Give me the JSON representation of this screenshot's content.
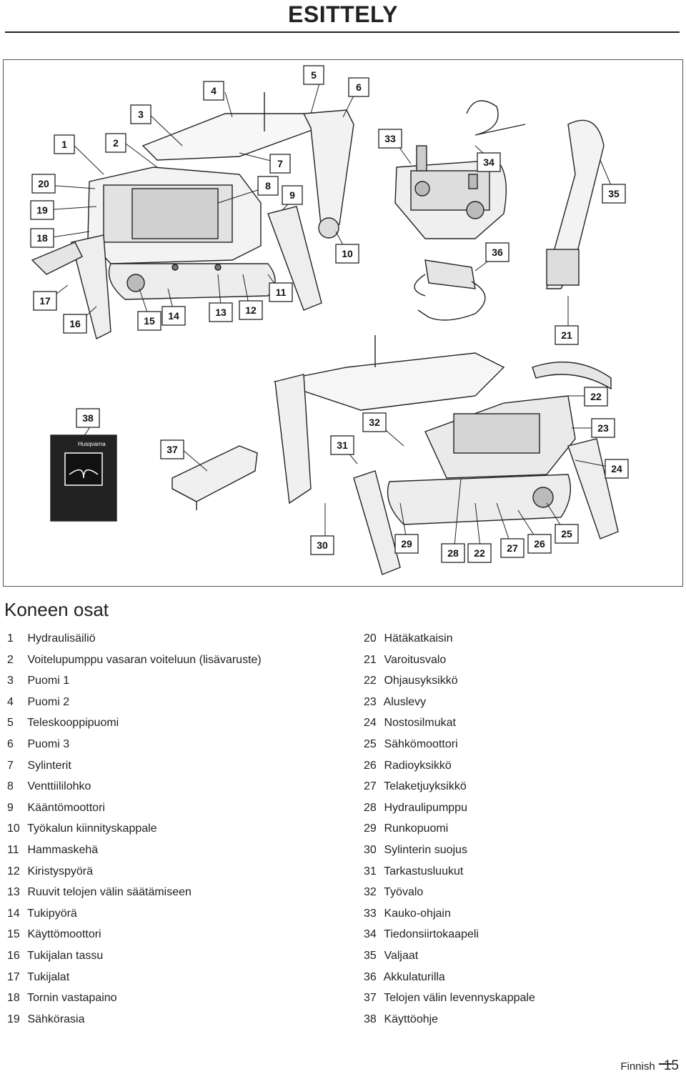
{
  "header": {
    "title": "ESITTELY"
  },
  "figure": {
    "callouts": [
      "1",
      "2",
      "3",
      "4",
      "5",
      "6",
      "7",
      "8",
      "9",
      "10",
      "11",
      "12",
      "13",
      "14",
      "15",
      "16",
      "17",
      "18",
      "19",
      "20",
      "21",
      "22",
      "22",
      "23",
      "24",
      "25",
      "26",
      "27",
      "28",
      "29",
      "30",
      "31",
      "32",
      "33",
      "34",
      "35",
      "36",
      "37",
      "38"
    ],
    "manual_brand": "Husqvarna"
  },
  "parts": {
    "title": "Koneen osat",
    "left": [
      {
        "num": "1",
        "label": "Hydraulisäiliö"
      },
      {
        "num": "2",
        "label": "Voitelupumppu vasaran voiteluun (lisävaruste)"
      },
      {
        "num": "3",
        "label": "Puomi 1"
      },
      {
        "num": "4",
        "label": "Puomi 2"
      },
      {
        "num": "5",
        "label": "Teleskooppipuomi"
      },
      {
        "num": "6",
        "label": "Puomi 3"
      },
      {
        "num": "7",
        "label": "Sylinterit"
      },
      {
        "num": "8",
        "label": "Venttiililohko"
      },
      {
        "num": "9",
        "label": "Kääntömoottori"
      },
      {
        "num": "10",
        "label": "Työkalun kiinnityskappale"
      },
      {
        "num": "11",
        "label": "Hammaskehä"
      },
      {
        "num": "12",
        "label": "Kiristyspyörä"
      },
      {
        "num": "13",
        "label": "Ruuvit telojen välin säätämiseen"
      },
      {
        "num": "14",
        "label": "Tukipyörä"
      },
      {
        "num": "15",
        "label": "Käyttömoottori"
      },
      {
        "num": "16",
        "label": "Tukijalan tassu"
      },
      {
        "num": "17",
        "label": "Tukijalat"
      },
      {
        "num": "18",
        "label": "Tornin vastapaino"
      },
      {
        "num": "19",
        "label": "Sähkörasia"
      }
    ],
    "right": [
      {
        "num": "20",
        "label": "Hätäkatkaisin"
      },
      {
        "num": "21",
        "label": "Varoitusvalo"
      },
      {
        "num": "22",
        "label": "Ohjausyksikkö"
      },
      {
        "num": "23",
        "label": "Aluslevy"
      },
      {
        "num": "24",
        "label": "Nostosilmukat"
      },
      {
        "num": "25",
        "label": "Sähkömoottori"
      },
      {
        "num": "26",
        "label": "Radioyksikkö"
      },
      {
        "num": "27",
        "label": "Telaketjuyksikkö"
      },
      {
        "num": "28",
        "label": "Hydraulipumppu"
      },
      {
        "num": "29",
        "label": "Runkopuomi"
      },
      {
        "num": "30",
        "label": "Sylinterin suojus"
      },
      {
        "num": "31",
        "label": "Tarkastusluukut"
      },
      {
        "num": "32",
        "label": "Työvalo"
      },
      {
        "num": "33",
        "label": "Kauko-ohjain"
      },
      {
        "num": "34",
        "label": "Tiedonsiirtokaapeli"
      },
      {
        "num": "35",
        "label": "Valjaat"
      },
      {
        "num": "36",
        "label": "Akkulaturilla"
      },
      {
        "num": "37",
        "label": "Telojen välin levennyskappale"
      },
      {
        "num": "38",
        "label": "Käyttöohje"
      }
    ]
  },
  "footer": {
    "language": "Finnish",
    "page": "15"
  }
}
